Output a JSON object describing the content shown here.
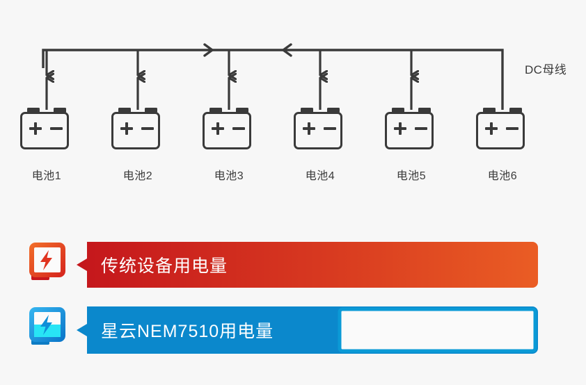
{
  "background_color": "#f7f7f7",
  "diagram": {
    "bus_label": "DC母线",
    "line_color": "#3a3a3a",
    "batteries": [
      {
        "label": "电池1"
      },
      {
        "label": "电池2"
      },
      {
        "label": "电池3"
      },
      {
        "label": "电池4"
      },
      {
        "label": "电池5"
      },
      {
        "label": "电池6"
      }
    ],
    "bus_flow_arrows": [
      {
        "direction": "right"
      },
      {
        "direction": "left"
      }
    ],
    "branch_arrows": {
      "down": "discharge-to-bus",
      "up": "charge-from-bus"
    }
  },
  "comparison": {
    "rows": [
      {
        "id": "traditional",
        "label": "传统设备用电量",
        "icon": "power-meter-bolt-icon",
        "icon_color": "#e8411f",
        "bar_gradient_from": "#c4161c",
        "bar_gradient_to": "#ea5d24",
        "fill_ratio": 1.0,
        "text_color": "#ffffff"
      },
      {
        "id": "nebula",
        "label": "星云NEM7510用电量",
        "icon": "power-meter-bolt-low-icon",
        "icon_color": "#1296db",
        "bar_fill_color": "#0b88cc",
        "bar_outline_color": "#0b9ad6",
        "fill_ratio": 0.57,
        "empty_color": "#fafafa",
        "text_color": "#ffffff"
      }
    ]
  }
}
